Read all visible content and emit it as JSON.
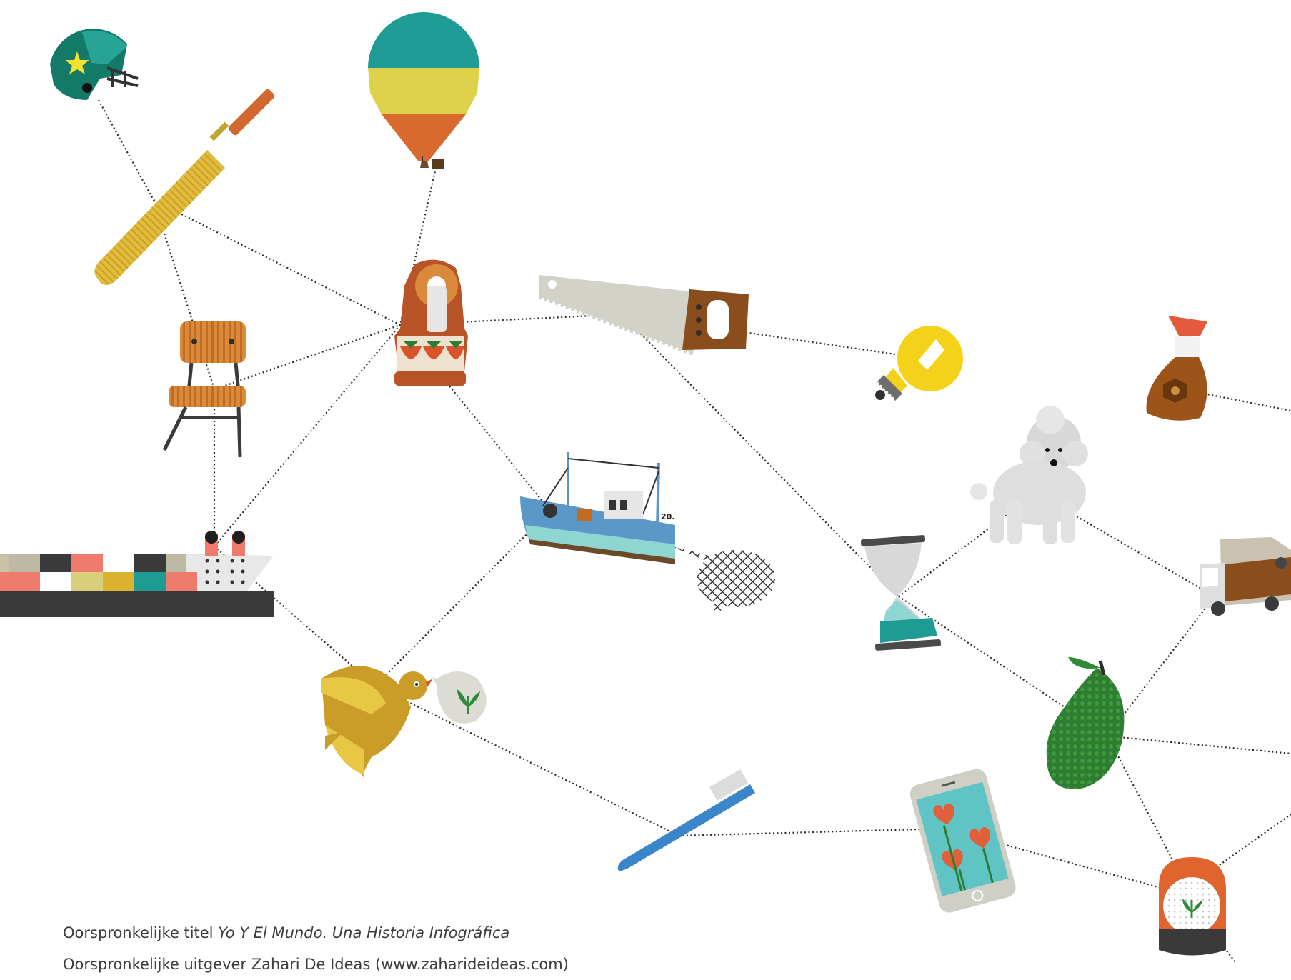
{
  "credits": {
    "line1_label": "Oorspronkelijke titel",
    "line1_title": "Yo Y El Mundo. Una Historia Infográfica",
    "line2": "Oorspronkelijke uitgever Zahari De Ideas (www.zaharideideas.com)"
  },
  "network": {
    "nodes": [
      {
        "id": "helmet",
        "name": "football-helmet-icon"
      },
      {
        "id": "balloon",
        "name": "hot-air-balloon-icon"
      },
      {
        "id": "bat",
        "name": "cricket-bat-icon"
      },
      {
        "id": "jar",
        "name": "strawberry-jam-jar-icon"
      },
      {
        "id": "chair",
        "name": "chair-icon"
      },
      {
        "id": "saw",
        "name": "hand-saw-icon"
      },
      {
        "id": "bulb",
        "name": "light-bulb-icon"
      },
      {
        "id": "soy",
        "name": "soy-sauce-bottle-icon"
      },
      {
        "id": "poodle",
        "name": "poodle-icon"
      },
      {
        "id": "ship",
        "name": "container-ship-icon"
      },
      {
        "id": "boat",
        "name": "fishing-boat-icon"
      },
      {
        "id": "hourglass",
        "name": "hourglass-icon"
      },
      {
        "id": "truck",
        "name": "delivery-truck-icon"
      },
      {
        "id": "bird",
        "name": "bird-icon"
      },
      {
        "id": "avocado",
        "name": "avocado-icon"
      },
      {
        "id": "toothbrush",
        "name": "toothbrush-icon"
      },
      {
        "id": "phone",
        "name": "smartphone-icon"
      },
      {
        "id": "riceball",
        "name": "rice-ball-icon"
      }
    ],
    "links": [
      [
        "helmet",
        "bat"
      ],
      [
        "bat",
        "jar"
      ],
      [
        "bat",
        "chair"
      ],
      [
        "balloon",
        "jar"
      ],
      [
        "chair",
        "jar"
      ],
      [
        "chair",
        "ship"
      ],
      [
        "jar",
        "saw"
      ],
      [
        "jar",
        "ship"
      ],
      [
        "jar",
        "boat"
      ],
      [
        "saw",
        "bulb"
      ],
      [
        "saw",
        "hourglass"
      ],
      [
        "ship",
        "bird"
      ],
      [
        "bird",
        "boat"
      ],
      [
        "bird",
        "toothbrush"
      ],
      [
        "toothbrush",
        "phone"
      ],
      [
        "hourglass",
        "poodle"
      ],
      [
        "hourglass",
        "avocado"
      ],
      [
        "poodle",
        "truck"
      ],
      [
        "truck",
        "avocado"
      ],
      [
        "avocado",
        "riceball"
      ],
      [
        "phone",
        "riceball"
      ]
    ],
    "boat_number": "20."
  }
}
